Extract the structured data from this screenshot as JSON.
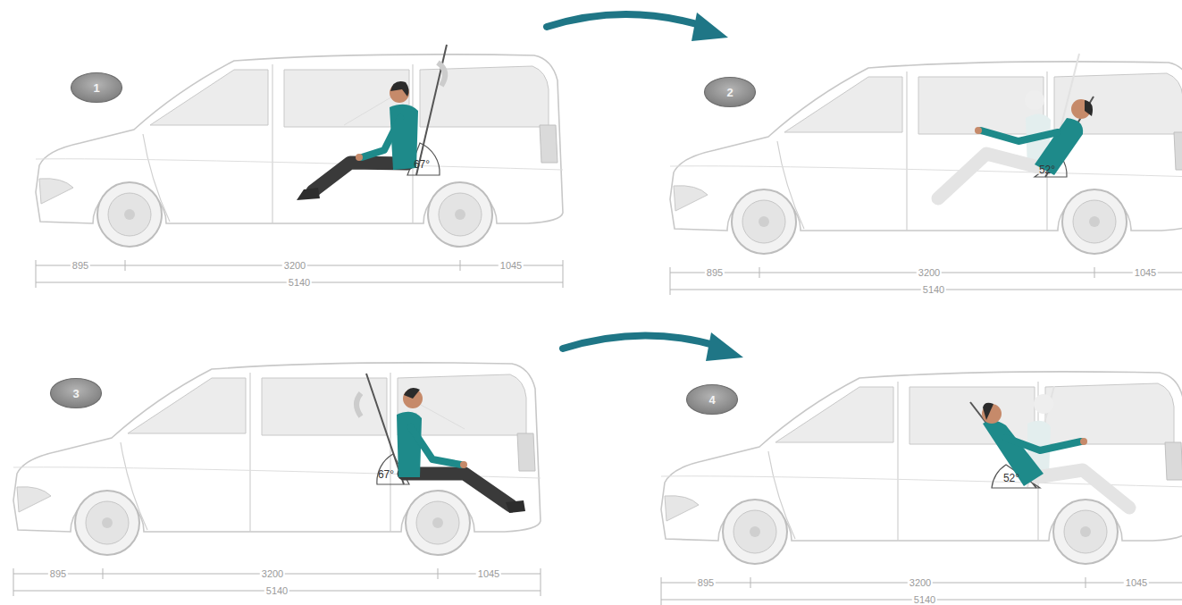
{
  "diagram": {
    "nodes": [
      {
        "text": [
          "1"
        ]
      },
      {
        "text": [
          "2"
        ]
      },
      {
        "text": [
          "3"
        ]
      },
      {
        "text": [
          "4"
        ]
      }
    ],
    "labels": [
      "67°",
      "895",
      "3200",
      "1045",
      "5140",
      "52°",
      "895",
      "3200",
      "1045",
      "5140",
      "67°",
      "895",
      "3200",
      "1045",
      "5140",
      "52°",
      "895",
      "3200",
      "1045",
      "5140"
    ]
  }
}
